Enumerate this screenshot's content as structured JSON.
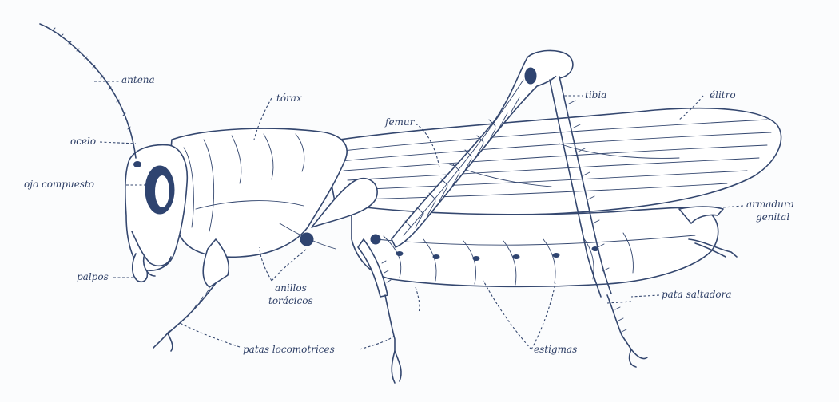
{
  "diagram": {
    "ink_color": "#34476f",
    "background": "#fbfcfd",
    "labels": {
      "antena": "antena",
      "torax": "tórax",
      "femur": "femur",
      "tibia": "tibia",
      "elitro": "élitro",
      "ocelo": "ocelo",
      "ojo_compuesto": "ojo compuesto",
      "armadura_genital_1": "armadura",
      "armadura_genital_2": "genital",
      "palpos": "palpos",
      "anillos_toracicos_1": "anillos",
      "anillos_toracicos_2": "torácicos",
      "pata_saltadora": "pata saltadora",
      "patas_locomotrices": "patas locomotrices",
      "estigmas": "estigmas"
    }
  }
}
